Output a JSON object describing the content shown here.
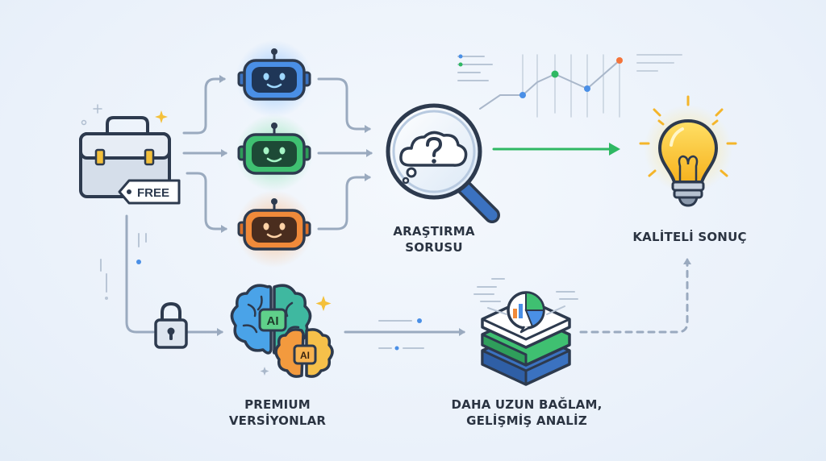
{
  "tags": {
    "free": "FREE",
    "ai_1": "AI",
    "ai_2": "AI"
  },
  "labels": {
    "research_question": [
      "ARAŞTIRMA",
      "SORUSU"
    ],
    "quality_result": "KALİTELİ SONUÇ",
    "premium_versions": [
      "PREMIUM",
      "VERSİYONLAR"
    ],
    "longer_context": [
      "DAHA UZUN BAĞLAM,",
      "GELİŞMİŞ ANALİZ"
    ]
  },
  "colors": {
    "arrow_gray": "#9aaabf",
    "arrow_green": "#2fb863",
    "robot_blue": "#4a8fe6",
    "robot_green": "#3fc071",
    "robot_orange": "#f08a3a",
    "bulb_yellow": "#ffcc33",
    "outline": "#2d3a4e"
  },
  "icons": [
    "toolbox-icon",
    "robot-blue-icon",
    "robot-green-icon",
    "robot-orange-icon",
    "magnifier-question-icon",
    "lightbulb-icon",
    "lock-icon",
    "brain-ai-icon",
    "layers-chart-icon",
    "line-chart-decoration-icon"
  ]
}
